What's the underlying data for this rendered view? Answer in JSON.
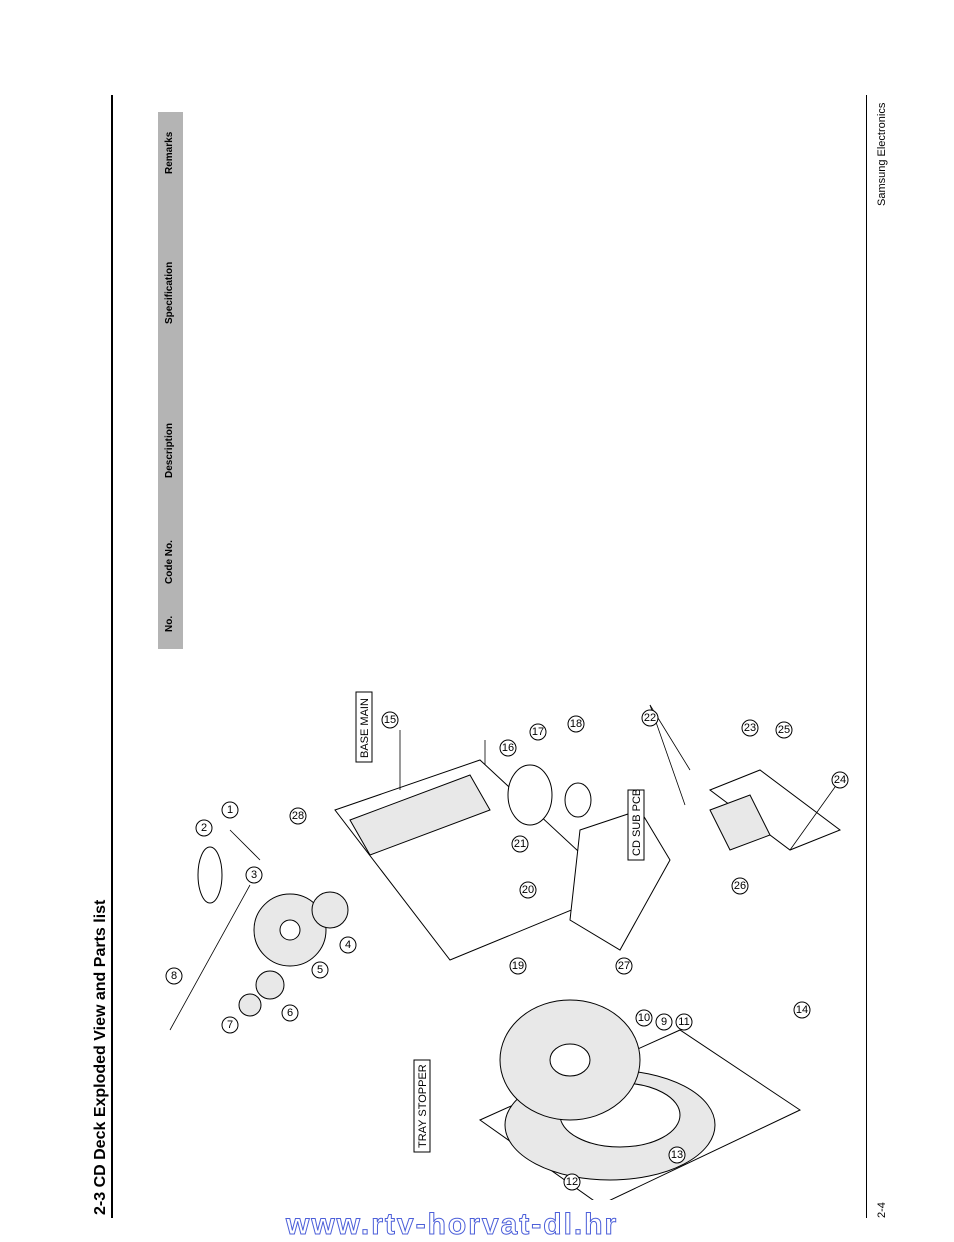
{
  "header": {
    "title": "2-3 CD Deck Exploded View and Parts list"
  },
  "footer": {
    "brand": "Samsung Electronics",
    "page": "2-4"
  },
  "parts_table": {
    "columns": [
      "No.",
      "Code No.",
      "Description",
      "Specification",
      "Remarks"
    ]
  },
  "diagram": {
    "labels": {
      "tray_stopper": "TRAY STOPPER",
      "base_main": "BASE MAIN",
      "cd_sub_pcb": "CD SUB PCB"
    },
    "callouts": [
      "1",
      "2",
      "3",
      "4",
      "5",
      "6",
      "7",
      "8",
      "9",
      "10",
      "11",
      "12",
      "13",
      "14",
      "15",
      "16",
      "17",
      "18",
      "19",
      "20",
      "21",
      "22",
      "23",
      "24",
      "25",
      "26",
      "27",
      "28"
    ]
  },
  "watermark": "www.rtv-horvat-dl.hr"
}
